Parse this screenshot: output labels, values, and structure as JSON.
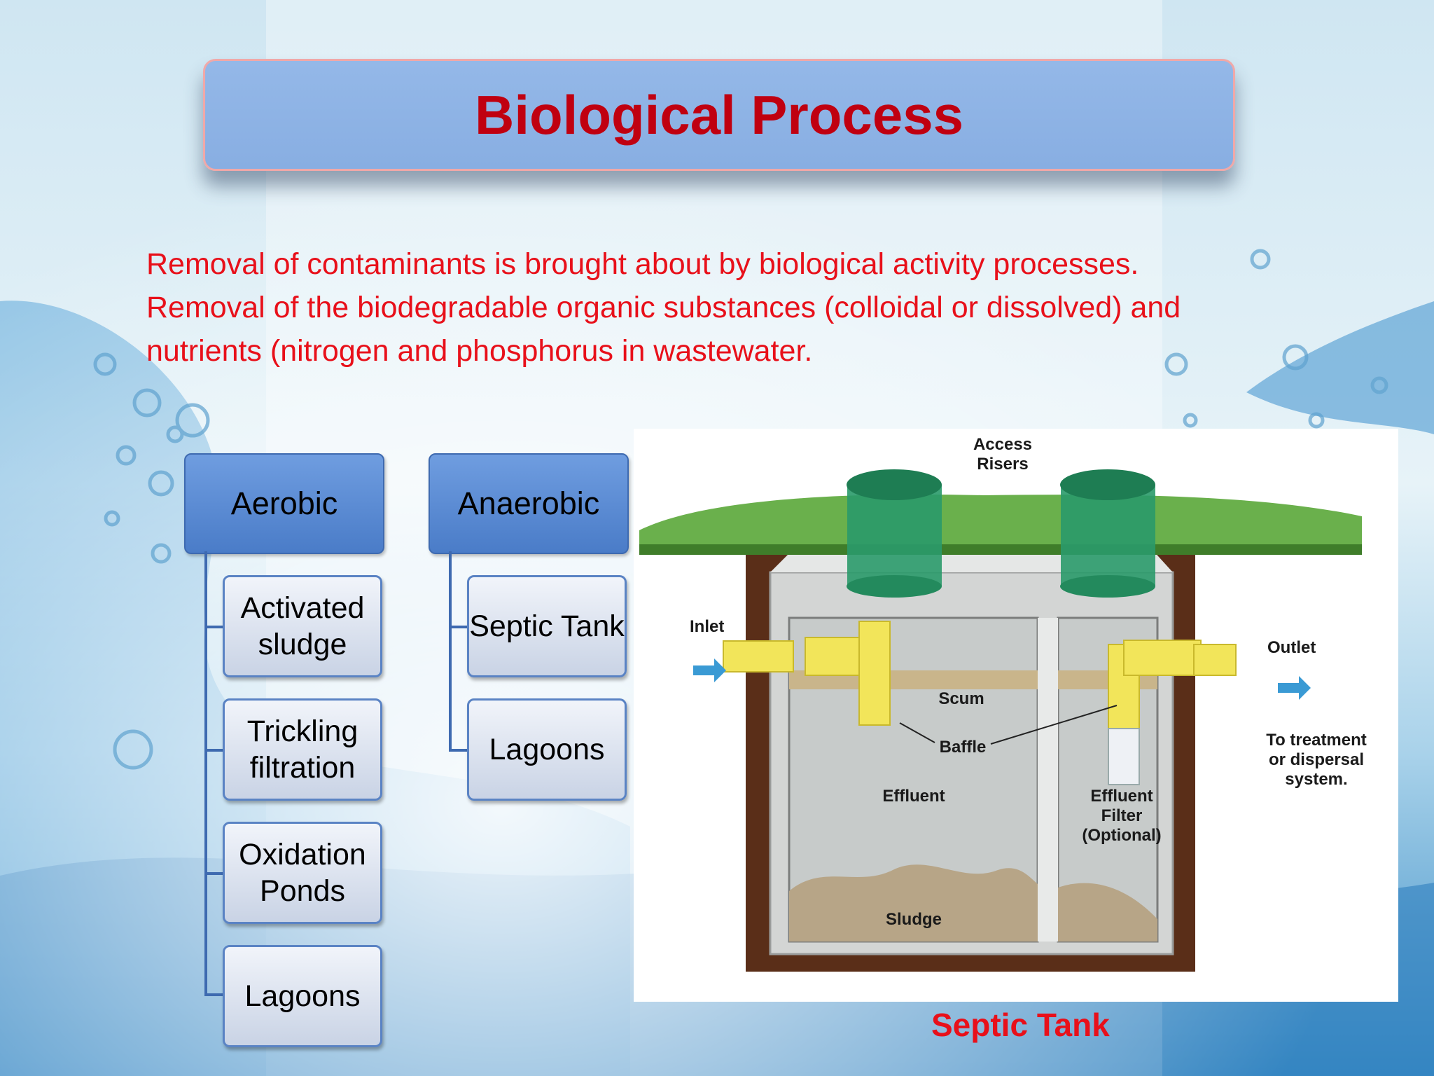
{
  "slide": {
    "title": "Biological Process",
    "body": [
      "Removal of contaminants is brought about by biological activity processes.",
      "Removal of the biodegradable organic substances (colloidal or dissolved) and nutrients (nitrogen and phosphorus in wastewater."
    ]
  },
  "hierarchy": {
    "aerobic": {
      "label": "Aerobic",
      "items": [
        "Activated sludge",
        "Trickling filtration",
        "Oxidation Ponds",
        "Lagoons"
      ]
    },
    "anaerobic": {
      "label": "Anaerobic",
      "items": [
        "Septic Tank",
        "Lagoons"
      ]
    }
  },
  "diagram": {
    "access_risers": [
      "Access",
      "Risers"
    ],
    "inlet": "Inlet",
    "outlet": "Outlet",
    "destination": [
      "To treatment",
      "or dispersal",
      "system."
    ],
    "scum": "Scum",
    "baffle": "Baffle",
    "effluent": "Effluent",
    "filter": [
      "Effluent",
      "Filter",
      "(Optional)"
    ],
    "sludge": "Sludge",
    "caption": "Septic Tank"
  },
  "colors": {
    "title_text": "#c00010",
    "body_text": "#e8101a",
    "header_fill": "#5b8ad6",
    "item_border": "#5a83c4"
  }
}
